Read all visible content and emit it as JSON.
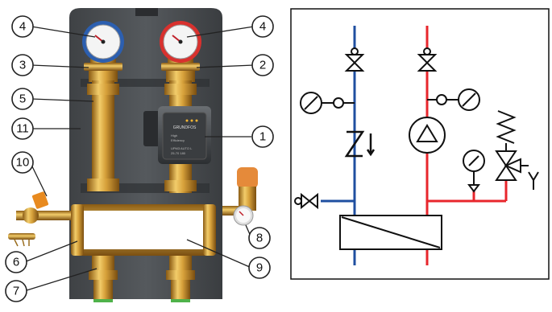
{
  "figure": {
    "left_view": "product-photo",
    "right_view": "hydraulic-schematic"
  },
  "callouts": [
    {
      "id": "callout-4-left",
      "label": "4",
      "target": "thermometer-gauge-left"
    },
    {
      "id": "callout-4-right",
      "label": "4",
      "target": "thermometer-gauge-right"
    },
    {
      "id": "callout-3",
      "label": "3",
      "target": "ball-valve-blue"
    },
    {
      "id": "callout-2",
      "label": "2",
      "target": "ball-valve-red"
    },
    {
      "id": "callout-5",
      "label": "5",
      "target": "return-pipe"
    },
    {
      "id": "callout-11",
      "label": "11",
      "target": "insulation-shell"
    },
    {
      "id": "callout-1",
      "label": "1",
      "target": "circulation-pump"
    },
    {
      "id": "callout-10",
      "label": "10",
      "target": "fill-drain-valve"
    },
    {
      "id": "callout-6",
      "label": "6",
      "target": "hydraulic-separator-left"
    },
    {
      "id": "callout-8",
      "label": "8",
      "target": "safety-valve-pressure-gauge"
    },
    {
      "id": "callout-9",
      "label": "9",
      "target": "hydraulic-separator"
    },
    {
      "id": "callout-7",
      "label": "7",
      "target": "bottom-connection"
    }
  ],
  "pump_label": {
    "brand": "GRUNDFOS",
    "lines": [
      "High",
      "Efficiency",
      "UPM3 AUTO L",
      "25-70 180"
    ]
  },
  "colors": {
    "supply": "#e8262c",
    "return": "#1f4fa0",
    "brass": "#d9a43a",
    "insulation": "#4a4d50",
    "frame": "#222222"
  },
  "schematic": {
    "symbols": [
      "ball-valve",
      "thermometer",
      "check-valve",
      "pump",
      "pressure-gauge",
      "safety-valve",
      "drain-valve",
      "heat-exchanger"
    ]
  }
}
